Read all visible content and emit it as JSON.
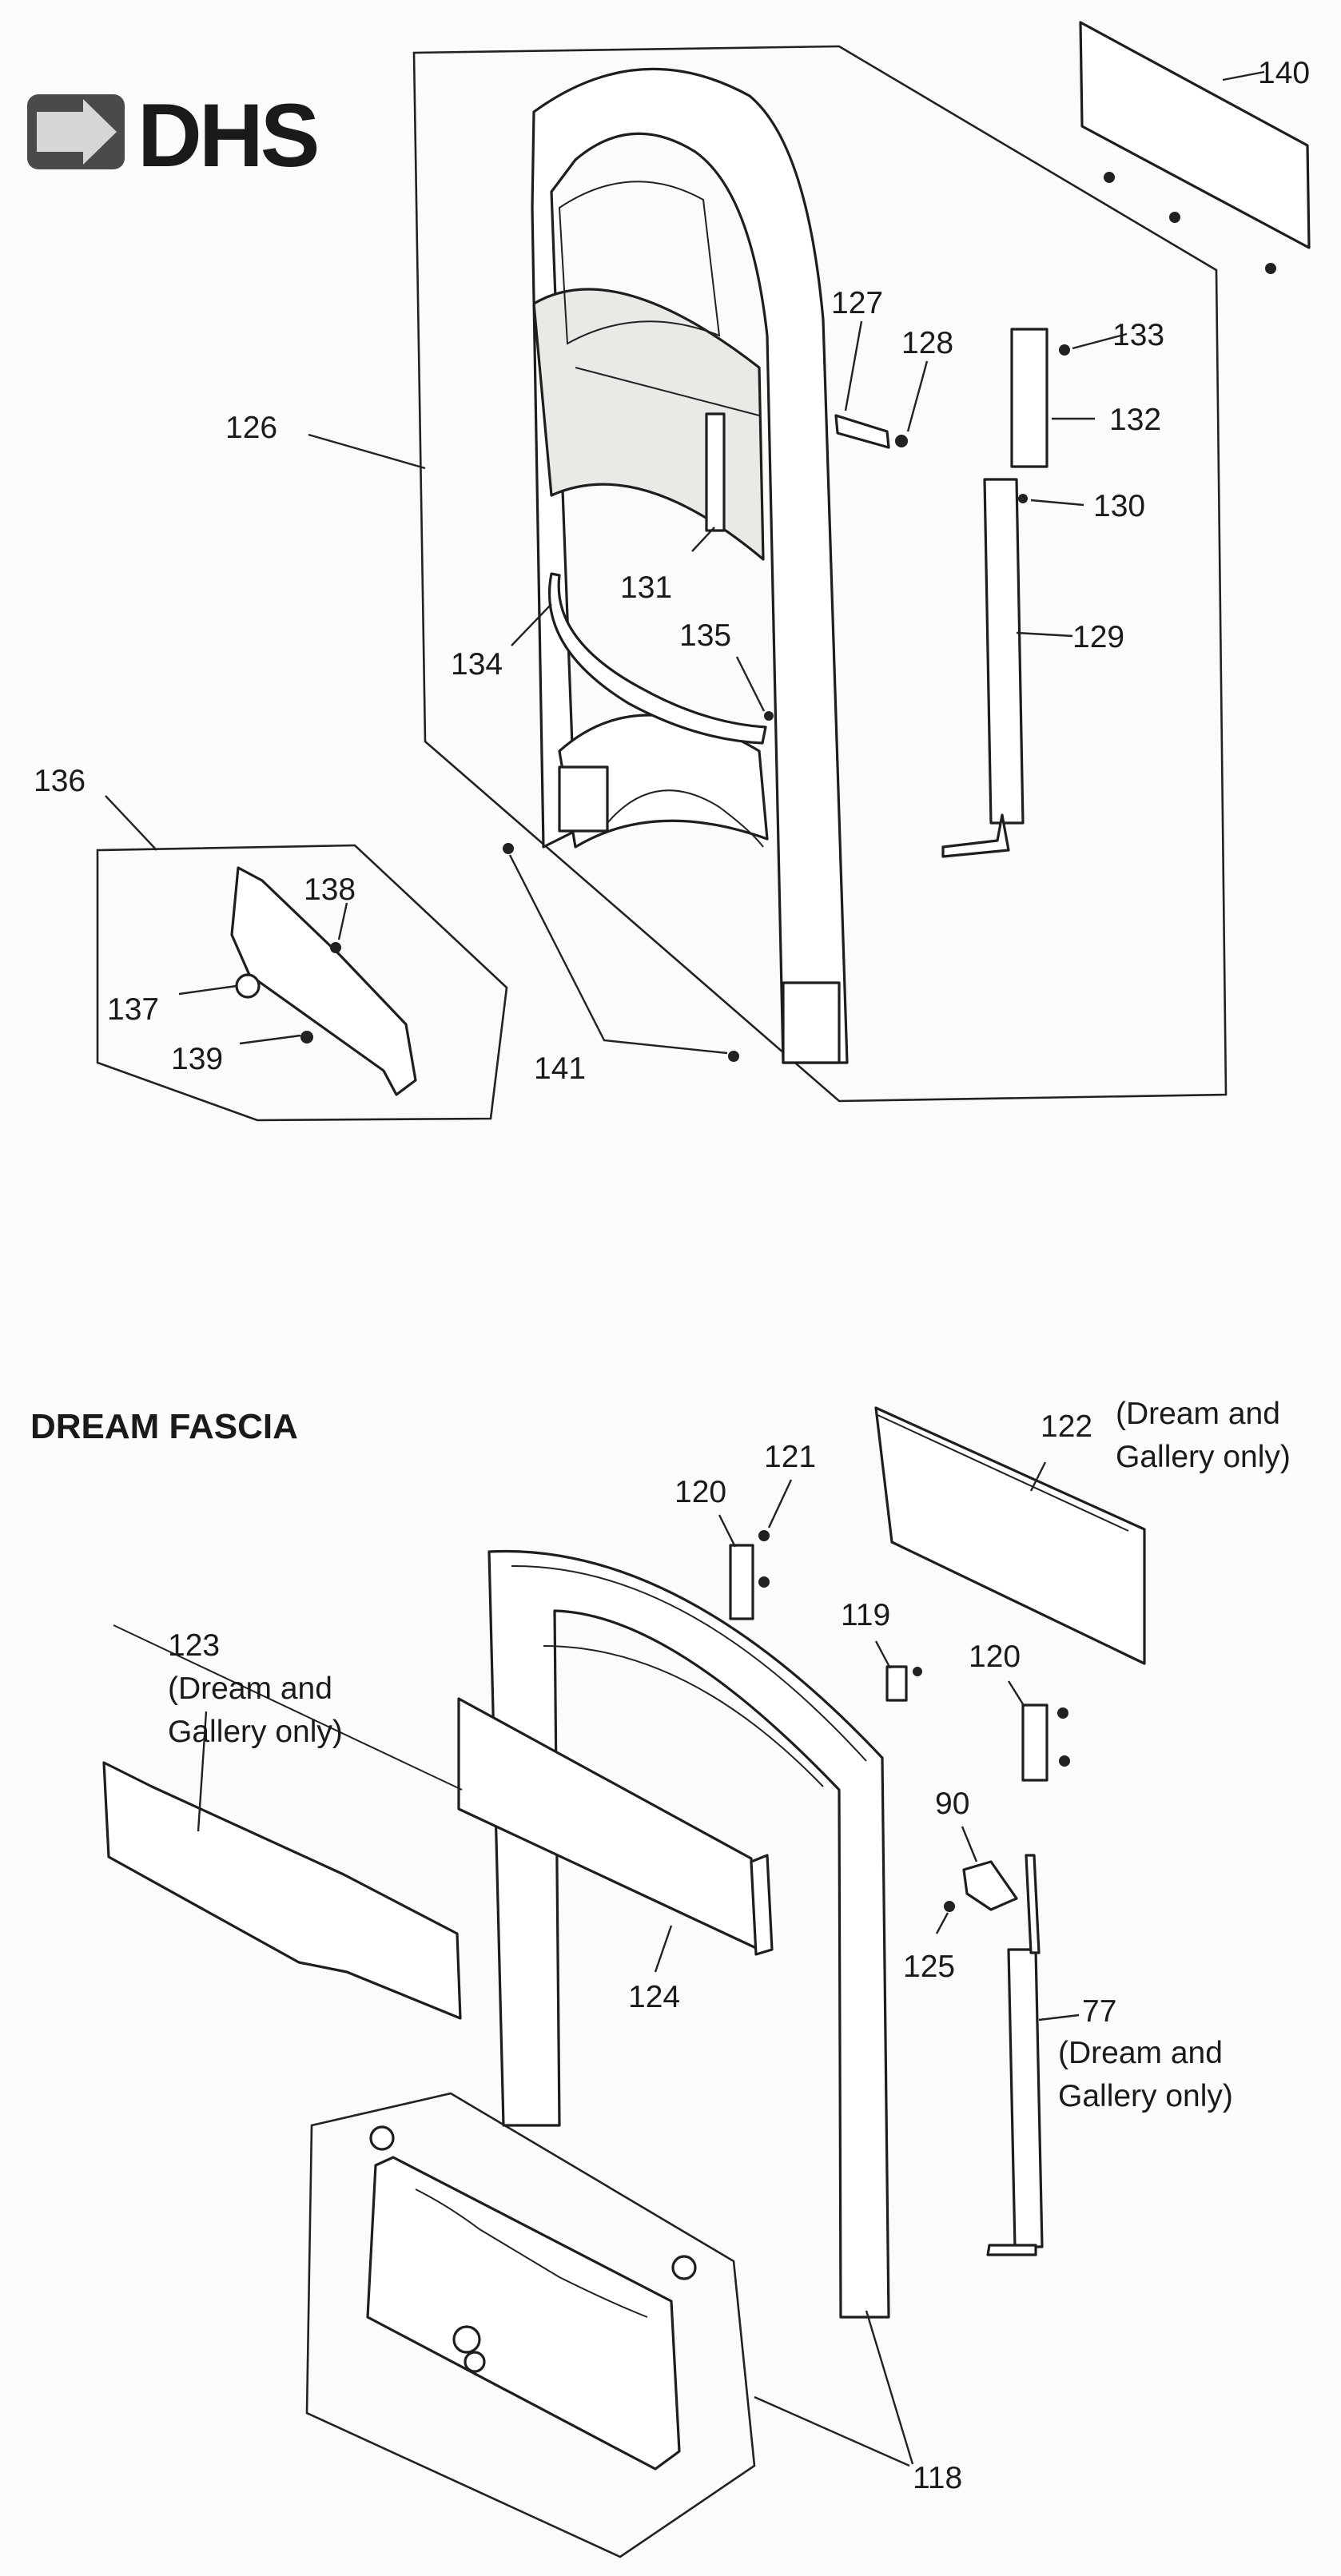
{
  "logo": {
    "text": "DHS"
  },
  "section_title": "DREAM FASCIA",
  "labels": {
    "p140": "140",
    "p127": "127",
    "p128": "128",
    "p133": "133",
    "p126": "126",
    "p132": "132",
    "p130": "130",
    "p131": "131",
    "p135": "135",
    "p134": "134",
    "p129": "129",
    "p136": "136",
    "p138": "138",
    "p137": "137",
    "p139": "139",
    "p141": "141",
    "p122": "122",
    "p121": "121",
    "p120a": "120",
    "p119": "119",
    "p120b": "120",
    "p123": "123",
    "p90": "90",
    "p125": "125",
    "p124": "124",
    "p77": "77",
    "p118": "118"
  },
  "notes": {
    "n122_1": "(Dream and",
    "n122_2": "Gallery only)",
    "n123_1": "(Dream and",
    "n123_2": "Gallery only)",
    "n77_1": "(Dream and",
    "n77_2": "Gallery only)"
  },
  "colors": {
    "line": "#1e1e1e",
    "paper": "#fbfbf9",
    "logo_dark": "#1c1c1c",
    "logo_grey": "#6e6e6e"
  }
}
